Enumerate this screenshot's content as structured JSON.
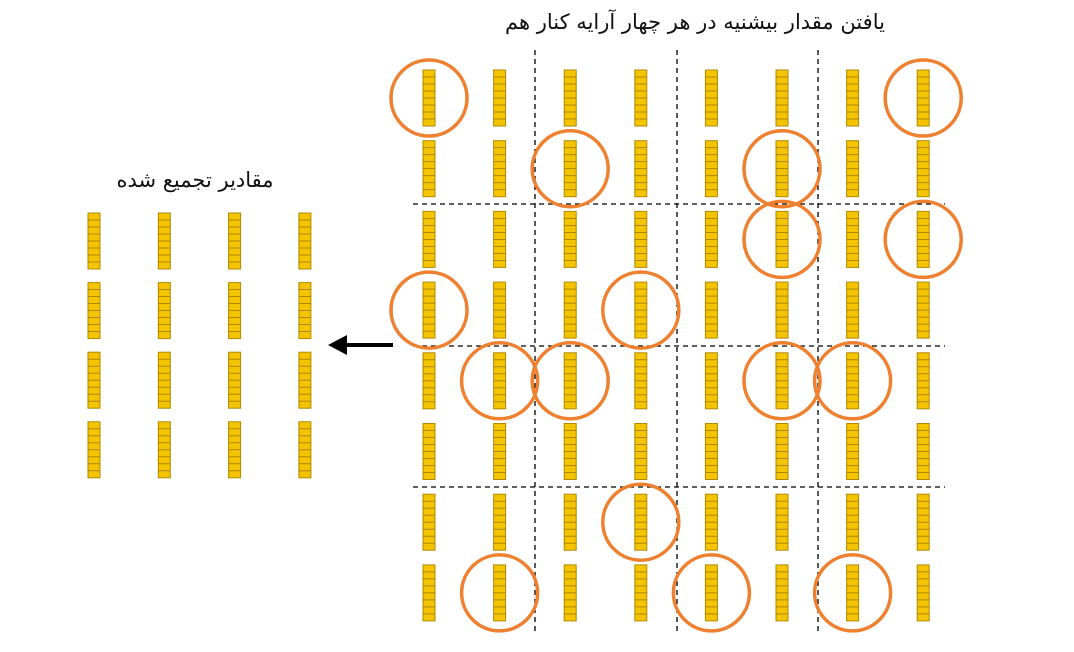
{
  "titles": {
    "pooling": "یافتن مقدار بیشنیه در هر چهار آرایه کنار هم",
    "aggregated": "مقادیر تجمیع شده"
  },
  "colors": {
    "bar_fill": "#f5c400",
    "bar_stroke": "#b08a00",
    "bar_segment": "#9c7a00",
    "circle": "#ee8030",
    "divider": "#000000",
    "arrow": "#000000"
  },
  "grid": {
    "rows": 8,
    "cols": 8,
    "segments_per_bar": 8,
    "dividers": "dashed",
    "window": "2x2",
    "highlighted": [
      [
        0,
        0
      ],
      [
        0,
        7
      ],
      [
        1,
        2
      ],
      [
        1,
        5
      ],
      [
        2,
        5
      ],
      [
        2,
        7
      ],
      [
        3,
        0
      ],
      [
        3,
        3
      ],
      [
        4,
        1
      ],
      [
        4,
        2
      ],
      [
        4,
        5
      ],
      [
        4,
        6
      ],
      [
        6,
        3
      ],
      [
        7,
        1
      ],
      [
        7,
        4
      ],
      [
        7,
        6
      ]
    ]
  },
  "aggregated_grid": {
    "rows": 4,
    "cols": 4
  },
  "arrow": {
    "direction": "left"
  }
}
